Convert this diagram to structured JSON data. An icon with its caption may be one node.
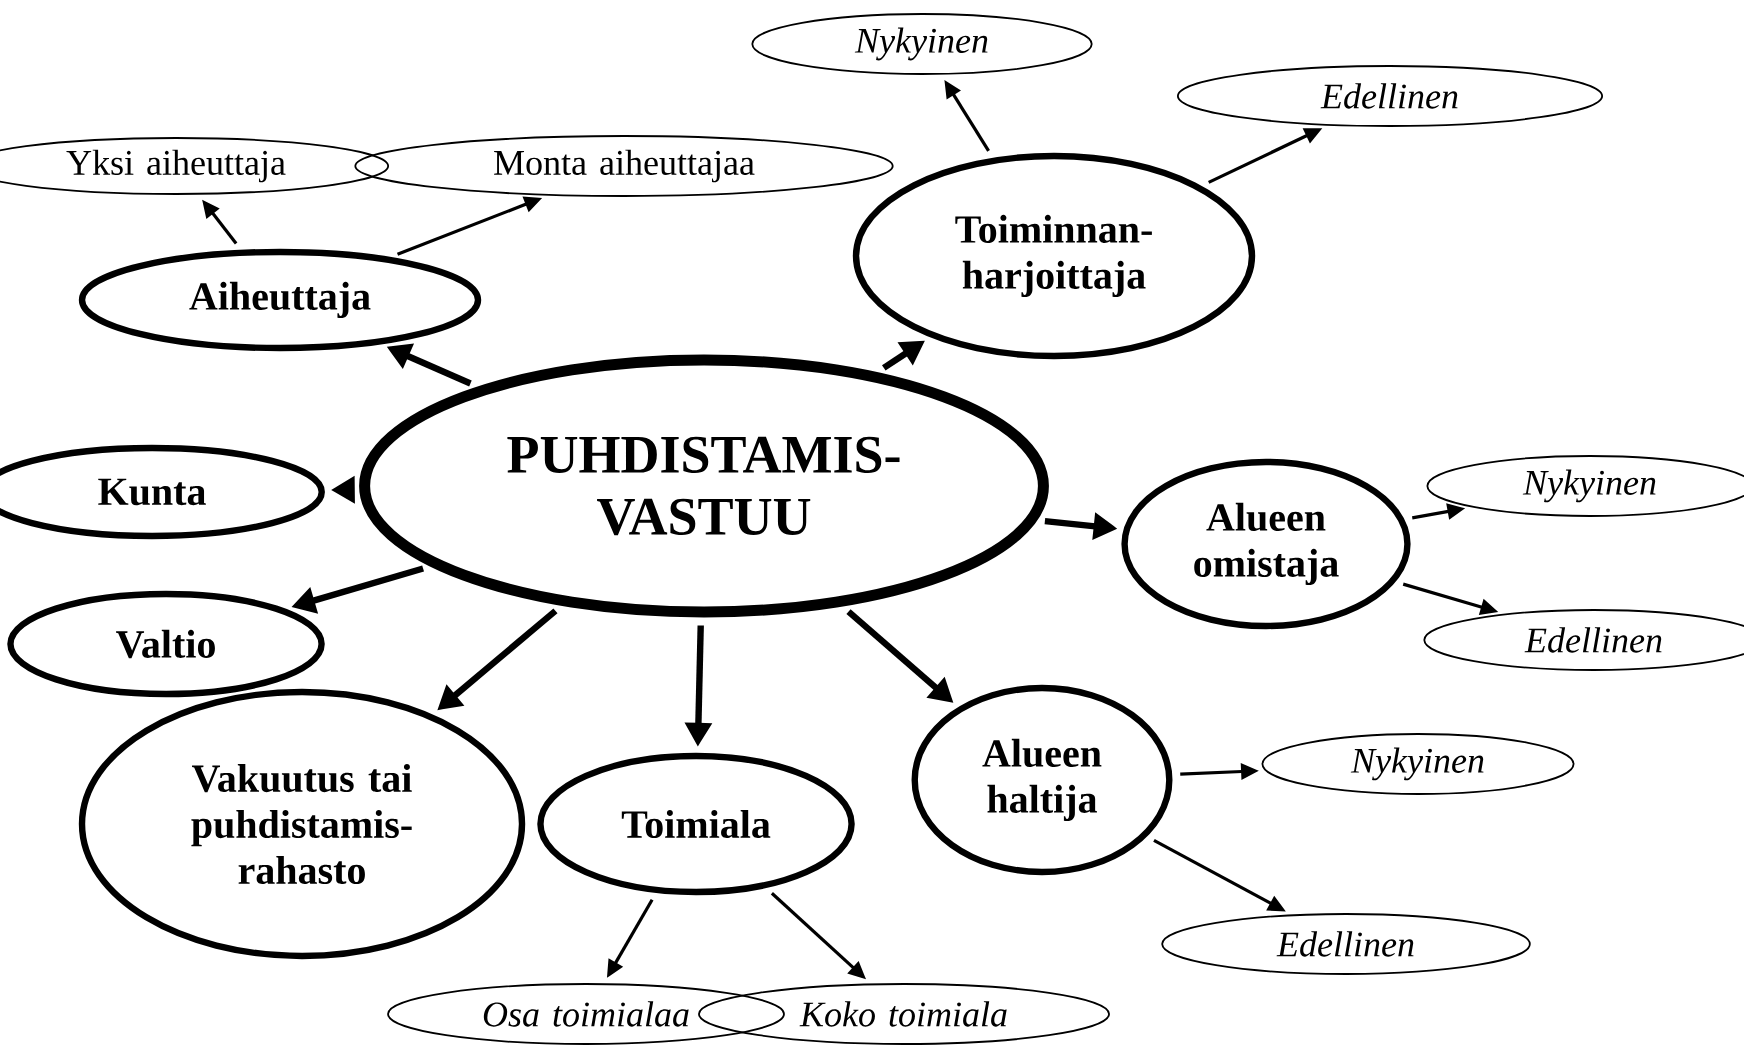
{
  "diagram": {
    "nodes": [
      {
        "text": [
          "PUHDISTAMIS-VASTUU"
        ]
      },
      {
        "text": [
          "Aiheuttaja"
        ]
      },
      {
        "text": [
          "Yksi aiheuttaja"
        ]
      },
      {
        "text": [
          "Monta aiheuttajaa"
        ]
      },
      {
        "text": [
          "Toiminnan-harjoittaja"
        ]
      },
      {
        "text": [
          "Nykyinen"
        ]
      },
      {
        "text": [
          "Edellinen"
        ]
      },
      {
        "text": [
          "Kunta"
        ]
      },
      {
        "text": [
          "Valtio"
        ]
      },
      {
        "text": [
          "Alueen omistaja"
        ]
      },
      {
        "text": [
          "Nykyinen"
        ]
      },
      {
        "text": [
          "Edellinen"
        ]
      },
      {
        "text": [
          "Vakuutus tai puhdistamis-rahasto"
        ]
      },
      {
        "text": [
          "Toimiala"
        ]
      },
      {
        "text": [
          "Osa toimialaa"
        ]
      },
      {
        "text": [
          "Koko toimiala"
        ]
      },
      {
        "text": [
          "Alueen haltija"
        ]
      },
      {
        "text": [
          "Nykyinen"
        ]
      },
      {
        "text": [
          "Edellinen"
        ]
      }
    ],
    "edges": [
      {
        "from": 0,
        "to": 1,
        "arrow": "to",
        "style": "thick"
      },
      {
        "from": 0,
        "to": 4,
        "arrow": "to",
        "style": "thick"
      },
      {
        "from": 0,
        "to": 7,
        "arrow": "to",
        "style": "thick"
      },
      {
        "from": 0,
        "to": 8,
        "arrow": "to",
        "style": "thick"
      },
      {
        "from": 0,
        "to": 9,
        "arrow": "to",
        "style": "thick"
      },
      {
        "from": 0,
        "to": 12,
        "arrow": "to",
        "style": "thick"
      },
      {
        "from": 0,
        "to": 13,
        "arrow": "to",
        "style": "thick"
      },
      {
        "from": 0,
        "to": 16,
        "arrow": "to",
        "style": "thick"
      },
      {
        "from": 1,
        "to": 2,
        "arrow": "to"
      },
      {
        "from": 1,
        "to": 3,
        "arrow": "to"
      },
      {
        "from": 4,
        "to": 5,
        "arrow": "to"
      },
      {
        "from": 4,
        "to": 6,
        "arrow": "to"
      },
      {
        "from": 9,
        "to": 10,
        "arrow": "to"
      },
      {
        "from": 9,
        "to": 11,
        "arrow": "to"
      },
      {
        "from": 16,
        "to": 17,
        "arrow": "to"
      },
      {
        "from": 16,
        "to": 18,
        "arrow": "to"
      },
      {
        "from": 13,
        "to": 14,
        "arrow": "to"
      },
      {
        "from": 13,
        "to": 15,
        "arrow": "to"
      }
    ]
  }
}
